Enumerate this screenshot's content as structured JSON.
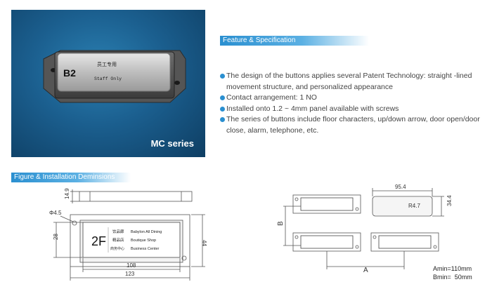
{
  "photo": {
    "series_label": "MC series",
    "plate_floor": "B2",
    "plate_cn": "员工专用",
    "plate_en": "Staff Only"
  },
  "feature_section": {
    "title": "Feature & Specification",
    "items": [
      "The design of the buttons applies several Patent Technology: straight -lined movement structure, and personalized appearance",
      "Contact arrangement: 1 NO",
      "Installed onto 1.2 ~ 4mm panel available with screws",
      "The series of buttons include floor characters, up/down arrow, door open/door close, alarm, telephone, etc."
    ]
  },
  "figure_section": {
    "title": "Figure & Installation  Deminsions",
    "side_height": "14.9",
    "hole_dia": "Φ4.5",
    "height_inner": "28",
    "height_outer": "44",
    "width_inner": "108",
    "width_outer": "123",
    "sign": {
      "floor": "2F",
      "row1_cn": "饮品廊",
      "row1_en": "Babylon All Dining",
      "row2_cn": "精品店",
      "row2_en": "Boutique Shop",
      "row3_cn": "商务中心",
      "row3_en": "Business Center"
    },
    "cutout_width": "95.4",
    "cutout_height": "34.4",
    "cutout_radius": "R4.7",
    "dim_b": "B",
    "dim_a": "A",
    "amin": "Amin=110mm",
    "bmin": "Bmin=  50mm"
  }
}
